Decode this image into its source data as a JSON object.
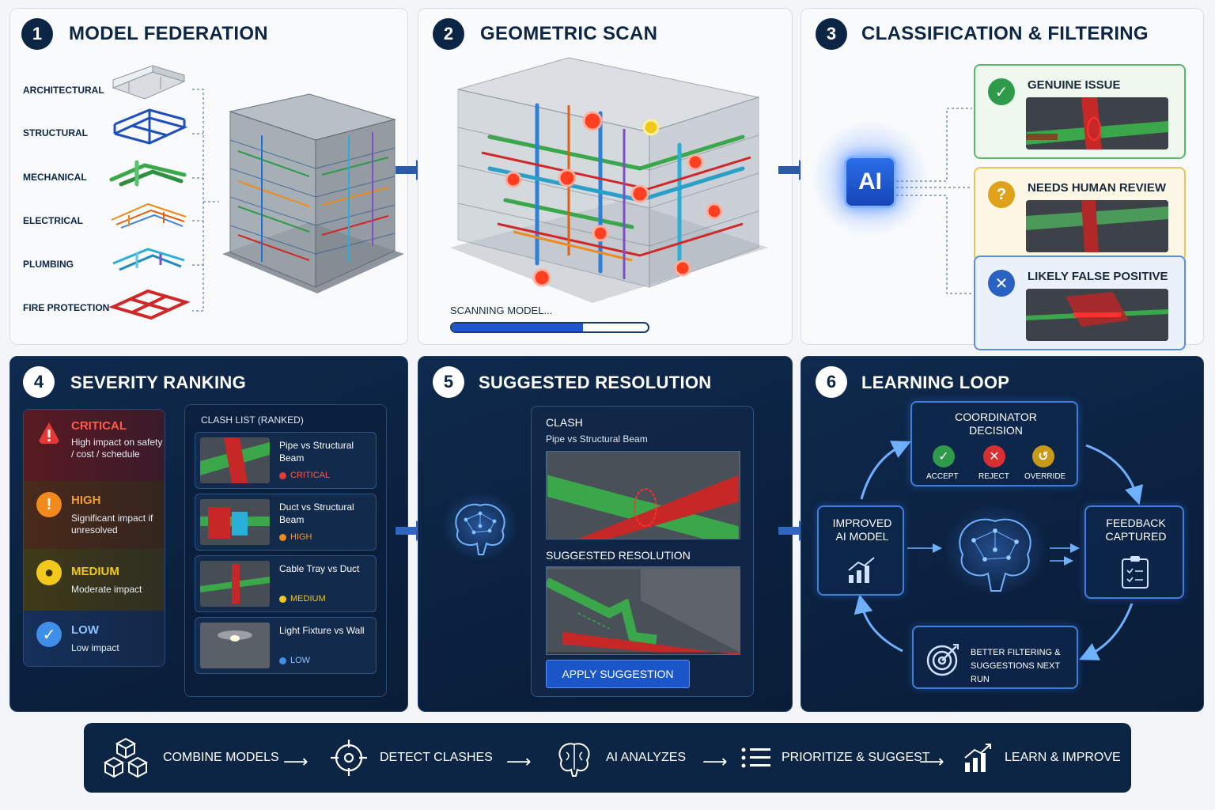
{
  "panels": {
    "p1": {
      "number": "1",
      "title": "MODEL FEDERATION",
      "disciplines": [
        "ARCHITECTURAL",
        "STRUCTURAL",
        "MECHANICAL",
        "ELECTRICAL",
        "PLUMBING",
        "FIRE PROTECTION"
      ]
    },
    "p2": {
      "number": "2",
      "title": "GEOMETRIC SCAN",
      "scan_label": "SCANNING MODEL...",
      "scan_progress": 0.67
    },
    "p3": {
      "number": "3",
      "title": "CLASSIFICATION & FILTERING",
      "ai_label": "AI",
      "results": [
        {
          "label": "GENUINE ISSUE",
          "icon": "check-icon",
          "color": "#2e9a4a"
        },
        {
          "label": "NEEDS HUMAN REVIEW",
          "icon": "question-icon",
          "color": "#e0a21a"
        },
        {
          "label": "LIKELY FALSE POSITIVE",
          "icon": "x-icon",
          "color": "#2a62c4"
        }
      ]
    },
    "p4": {
      "number": "4",
      "title": "SEVERITY RANKING",
      "levels": [
        {
          "name": "CRITICAL",
          "desc": "High impact on safety / cost / schedule",
          "color": "#e53935"
        },
        {
          "name": "HIGH",
          "desc": "Significant impact if unresolved",
          "color": "#f08a1c"
        },
        {
          "name": "MEDIUM",
          "desc": "Moderate impact",
          "color": "#f2c81a"
        },
        {
          "name": "LOW",
          "desc": "Low impact",
          "color": "#3f8ee8"
        }
      ],
      "clash_list_title": "CLASH LIST (RANKED)",
      "clashes": [
        {
          "name": "Pipe vs Structural Beam",
          "severity": "CRITICAL",
          "color": "#e53935"
        },
        {
          "name": "Duct vs Structural Beam",
          "severity": "HIGH",
          "color": "#f08a1c"
        },
        {
          "name": "Cable Tray vs Duct",
          "severity": "MEDIUM",
          "color": "#f2c81a"
        },
        {
          "name": "Light Fixture vs Wall",
          "severity": "LOW",
          "color": "#3f8ee8"
        }
      ],
      "more": "..."
    },
    "p5": {
      "number": "5",
      "title": "SUGGESTED RESOLUTION",
      "clash_heading": "CLASH",
      "clash_name": "Pipe vs Structural Beam",
      "resolution_heading": "SUGGESTED RESOLUTION",
      "apply_button": "APPLY SUGGESTION"
    },
    "p6": {
      "number": "6",
      "title": "LEARNING LOOP",
      "decision_title": "COORDINATOR DECISION",
      "decisions": [
        "ACCEPT",
        "REJECT",
        "OVERRIDE"
      ],
      "improved": "IMPROVED AI MODEL",
      "feedback": "FEEDBACK CAPTURED",
      "better": "BETTER FILTERING & SUGGESTIONS NEXT RUN"
    }
  },
  "flow": [
    "COMBINE MODELS",
    "DETECT CLASHES",
    "AI ANALYZES",
    "PRIORITIZE & SUGGEST",
    "LEARN & IMPROVE"
  ]
}
